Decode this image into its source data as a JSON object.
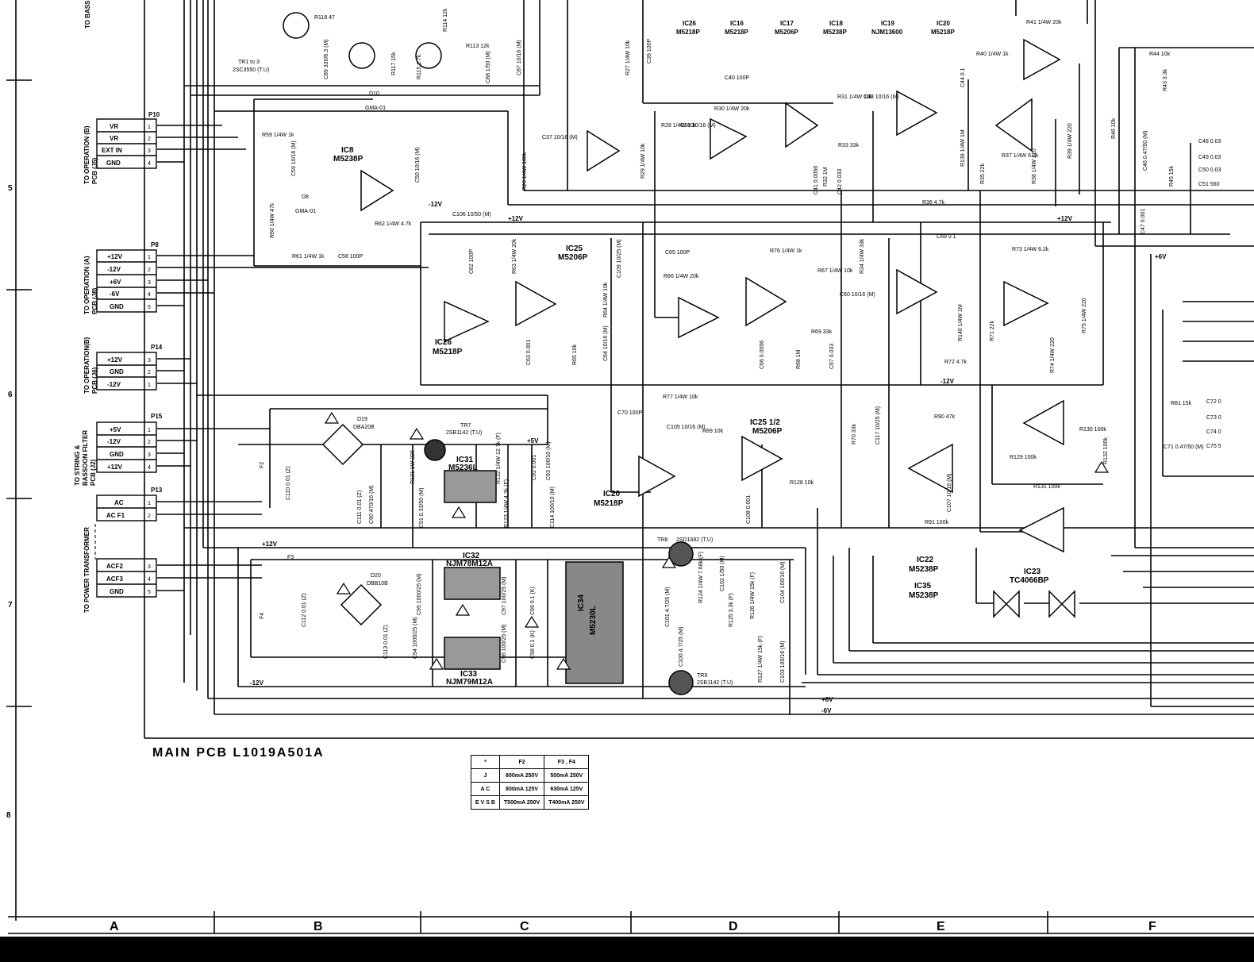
{
  "title": "MAIN PCB L1019A501A",
  "zone_letters": [
    "A",
    "B",
    "C",
    "D",
    "E",
    "F"
  ],
  "row_numbers": [
    "5",
    "6",
    "7",
    "8"
  ],
  "ic_header": [
    {
      "ref": "IC26",
      "part": "M5218P"
    },
    {
      "ref": "IC16",
      "part": "M5218P"
    },
    {
      "ref": "IC17",
      "part": "M5206P"
    },
    {
      "ref": "IC18",
      "part": "M5238P"
    },
    {
      "ref": "IC19",
      "part": "NJM13600"
    },
    {
      "ref": "IC20",
      "part": "M5218P"
    }
  ],
  "connectors": [
    {
      "id": "P10",
      "dest": [
        "TO OPERATION (B)",
        "PCB (J5)"
      ],
      "pins": [
        {
          "n": "1",
          "name": "VR"
        },
        {
          "n": "2",
          "name": "VR"
        },
        {
          "n": "3",
          "name": "EXT IN"
        },
        {
          "n": "4",
          "name": "GND"
        }
      ]
    },
    {
      "id": "P8",
      "dest": [
        "TO OPERATION (A)",
        "PCB (J8)"
      ],
      "pins": [
        {
          "n": "1",
          "name": "+12V"
        },
        {
          "n": "2",
          "name": "-12V"
        },
        {
          "n": "3",
          "name": "+6V"
        },
        {
          "n": "4",
          "name": "-6V"
        },
        {
          "n": "5",
          "name": "GND"
        }
      ]
    },
    {
      "id": "P14",
      "dest": [
        "TO OPERATION(B)",
        "PCB (J6)"
      ],
      "pins": [
        {
          "n": "3",
          "name": "+12V"
        },
        {
          "n": "2",
          "name": "GND"
        },
        {
          "n": "1",
          "name": "-12V"
        }
      ]
    },
    {
      "id": "P15",
      "dest": [
        "TO STRING &",
        "BASSOON FILTER",
        "PCB (J2)"
      ],
      "pins": [
        {
          "n": "1",
          "name": "+5V"
        },
        {
          "n": "2",
          "name": "-12V"
        },
        {
          "n": "3",
          "name": "GND"
        },
        {
          "n": "4",
          "name": "+12V"
        }
      ]
    },
    {
      "id": "P13",
      "dest": [
        "TO POWER TRANSFORMER"
      ],
      "pins": [
        {
          "n": "1",
          "name": "AC"
        },
        {
          "n": "2",
          "name": "AC F1"
        },
        {
          "n": "3",
          "name": "ACF2"
        },
        {
          "n": "4",
          "name": "ACF3"
        },
        {
          "n": "5",
          "name": "GND"
        }
      ]
    }
  ],
  "to_bass": "TO BASS",
  "ics": {
    "ic8": {
      "ref": "IC8",
      "part": "M5238P"
    },
    "ic25": {
      "ref": "IC25",
      "part": "M5206P"
    },
    "ic26": {
      "ref": "IC26",
      "part": "M5218P"
    },
    "ic20": {
      "ref": "IC20",
      "part": "M5218P"
    },
    "ic25b": {
      "ref": "IC25 1/2",
      "part": "M5206P"
    },
    "ic31": {
      "ref": "IC31",
      "part": "M5236L"
    },
    "ic32": {
      "ref": "IC32",
      "part": "NJM78M12A"
    },
    "ic33": {
      "ref": "IC33",
      "part": "NJM79M12A"
    },
    "ic34": {
      "ref": "IC34",
      "part": "M5230L"
    },
    "ic22": {
      "ref": "IC22",
      "part": "M5238P"
    },
    "ic35": {
      "ref": "IC35",
      "part": "M5238P"
    },
    "ic23": {
      "ref": "IC23",
      "part": "TC4066BP"
    }
  },
  "transistors": {
    "tr_note": [
      "TR1 to 3",
      "2SC3550 (T.U)"
    ],
    "tr7": {
      "ref": "TR7",
      "part": "2SB1142 (T.U)"
    },
    "tr8": {
      "ref": "TR8",
      "part": "2SD1682 (T.U)"
    },
    "tr9": {
      "ref": "TR9",
      "part": "2SB1142 (T.U)"
    }
  },
  "diodes": {
    "d19": {
      "ref": "D19",
      "part": "DBA20B"
    },
    "d20": {
      "ref": "D20",
      "part": "DBB10B"
    },
    "d10": {
      "ref": "D10",
      "part": "GMA-01"
    },
    "d8": {
      "ref": "D8",
      "part": "GMA-01"
    }
  },
  "rails": {
    "p12": "+12V",
    "m12": "-12V",
    "p6": "+6V",
    "m6": "-6V",
    "p5": "+5V"
  },
  "components": [
    "R59 1/4W 1k",
    "C59 10/16 (M)",
    "R60 1/4W 47k",
    "R61 1/4W 1k",
    "C58 100P",
    "R62 1/4W 4.7k",
    "C50 10/16 (M)",
    "R118 47",
    "R117 15k",
    "R115 2.7k",
    "R114 12k",
    "R113 12k",
    "C89 330/6.3 (M)",
    "C88 1/50 (M)",
    "C87 10/16 (M)",
    "R27 1/4W 10k",
    "C39 100P",
    "C37 10/16 (M)",
    "R26 1/4W 100k",
    "R28 1/4W 10k",
    "C38 10/16 (M)",
    "R29 1/4W 10k",
    "C40 100P",
    "R30 1/4W 20k",
    "C41 0.0056",
    "R31 1/4W 10k",
    "C43 10/16 (M)",
    "R32 1M",
    "R33 33k",
    "C42 0.033",
    "R40 1/4W 1k",
    "R41 1/4W 20k",
    "C44 0.1",
    "R139 1/4W 1M",
    "R37 1/4W 6.2k",
    "R35 22k",
    "R38 1/4W 220",
    "R39 1/4W 220",
    "R36 4.7k",
    "R46 10k",
    "R44 10k",
    "R43 3.3k",
    "C46 0.47/50 (M)",
    "R45 15k",
    "C47 0.001",
    "C106 10/50 (M)",
    "C62 100P",
    "R63 1/4W 20k",
    "C63 0.001",
    "R65 10k",
    "C64 10/16 (M)",
    "R64 1/4W 10k",
    "C109 10/25 (M)",
    "C65 100P",
    "R66 1/4W 20k",
    "R76 1/4W 1k",
    "R67 1/4W 10k",
    "C60 10/16 (M)",
    "R34 1/4W 33k",
    "C66 0.0056",
    "R68 1M",
    "R69 33k",
    "C67 0.033",
    "C69 0.1",
    "R73 1/4W 6.2k",
    "R140 1/4W 1M",
    "R71 22k",
    "R72 4.7k",
    "R74 1/4W 220",
    "R75 1/4W 220",
    "C110 0.01 (Z)",
    "C111 0.01 (Z)",
    "C90 470/16 (M)",
    "R121 1W 220",
    "C91 0.33/50 (M)",
    "R122 1/4W 12.7k (F)",
    "R123 1/4W 4.3k (F)",
    "C92 0.001",
    "C93 100/10 (M)",
    "C114 100/10 (M)",
    "C70 100P",
    "R77 1/4W 10k",
    "C105 10/16 (M)",
    "R89 10k",
    "C108 0.001",
    "R128 10k",
    "R70 33k",
    "C117 10/25 (M)",
    "R90 47k",
    "C107 10/16 (M)",
    "R91 100k",
    "R129 100k",
    "R130 100k",
    "R131 100k",
    "R132 100k",
    "C112 0.01 (Z)",
    "C113 0.01 (Z)",
    "C94 1000/25 (M)",
    "C95 1000/25 (M)",
    "C96 100/25 (M)",
    "C97 100/25 (M)",
    "C98 0.1 (K)",
    "C99 0.1 (K)",
    "C101 4.7/25 (M)",
    "C100 4.7/25 (M)",
    "R124 1/4W 7.68k (F)",
    "C102 1/50 (M)",
    "R125 3.3k (F)",
    "R126 1/4W 15k (F)",
    "C104 100/16 (M)",
    "R127 1/4W 15k (F)",
    "C103 100/16 (M)",
    "R81 15k",
    "C71 0.47/50 (M)"
  ],
  "right_caps": [
    "C48 0.03",
    "C49 0.03",
    "C50 0.03",
    "C51 560",
    "C72 0",
    "C73 0",
    "C74 0",
    "C75 5"
  ],
  "fuses": {
    "f2": "F2",
    "f3": "F3",
    "f4": "F4"
  },
  "fuse_table": {
    "headers": [
      "*",
      "F2",
      "F3 , F4"
    ],
    "rows": [
      {
        "region": "J",
        "f2": "800mA 250V",
        "f34": "500mA 250V"
      },
      {
        "region": "A C",
        "f2": "800mA 125V",
        "f34": "630mA 125V"
      },
      {
        "region": "E V S B",
        "f2": "T500mA 250V",
        "f34": "T400mA 250V"
      }
    ]
  }
}
